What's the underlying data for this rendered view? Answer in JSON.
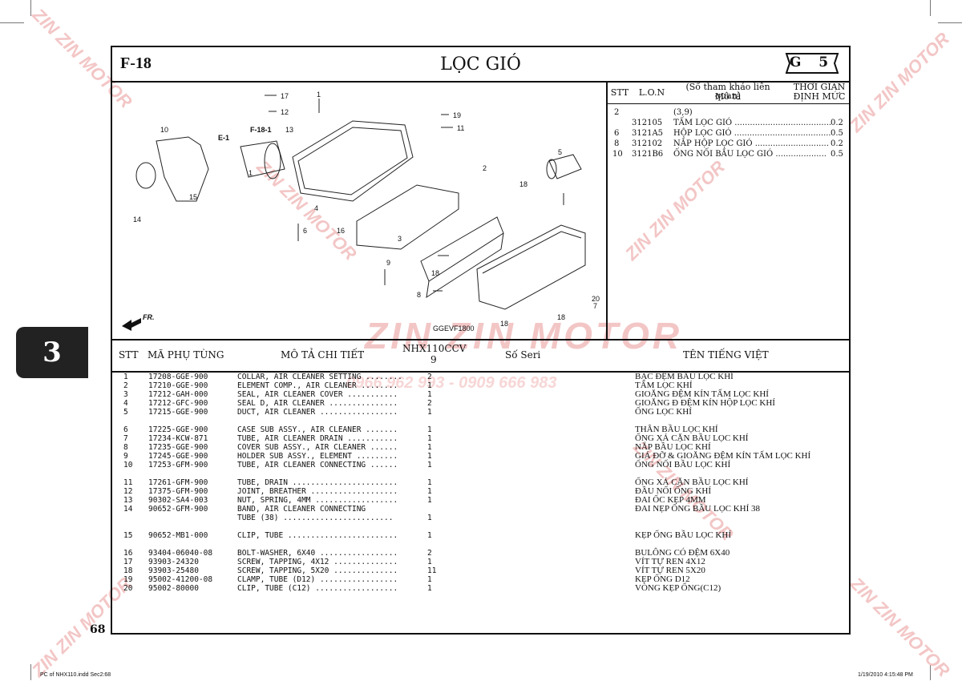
{
  "header": {
    "section_code": "F-18",
    "title": "LỌC GIÓ",
    "group": "G 5"
  },
  "diagram": {
    "callouts": [
      "17",
      "12",
      "1",
      "19",
      "11",
      "10",
      "F-18-1",
      "E-1",
      "13",
      "1",
      "5",
      "2",
      "18",
      "15",
      "14",
      "4",
      "6",
      "16",
      "3",
      "9",
      "18",
      "8",
      "7",
      "20",
      "18",
      "18"
    ],
    "fr_label": "FR.",
    "code": "GGEVF1800"
  },
  "reference": {
    "headers": {
      "stt": "STT",
      "lon": "L.O.N",
      "desc_line1": "(Số tham khảo liên quan)",
      "desc_line2": "Mô tả",
      "time_line1": "THỜI GIAN",
      "time_line2": "ĐỊNH MỨC"
    },
    "rows": [
      {
        "stt": "2",
        "code": "",
        "desc": "(3,9)",
        "time": ""
      },
      {
        "stt": "",
        "code": "312105",
        "desc": "TẤM LỌC GIÓ ......................................",
        "time": "0.2"
      },
      {
        "stt": "6",
        "code": "3121A5",
        "desc": "HỘP LỌC GIÓ ......................................",
        "time": "0.5"
      },
      {
        "stt": "8",
        "code": "312102",
        "desc": "NẮP HỘP LỌC GIÓ .............................",
        "time": "0.2"
      },
      {
        "stt": "10",
        "code": "3121B6",
        "desc": "ỐNG NỐI BẦU LỌC GIÓ ....................",
        "time": "0.5"
      }
    ]
  },
  "parts_header": {
    "stt": "STT",
    "part_no": "MÃ PHỤ TÙNG",
    "desc": "MÔ TẢ CHI TIẾT",
    "model": "NHX110CCV",
    "model_qty": "9",
    "serial": "Số Seri",
    "vn_name": "TÊN TIẾNG VIỆT"
  },
  "parts": [
    {
      "stt": "1",
      "part_no": "17208-GGE-900",
      "desc": "COLLAR, AIR CLEANER SETTING ........",
      "qty": "2",
      "vn": "BẠC ĐỆM BẦU LỌC KHÍ"
    },
    {
      "stt": "2",
      "part_no": "17210-GGE-900",
      "desc": "ELEMENT COMP., AIR CLEANER ........",
      "qty": "1",
      "vn": "TẤM LỌC KHÍ"
    },
    {
      "stt": "3",
      "part_no": "17212-GAH-000",
      "desc": "SEAL, AIR CLEANER COVER ...........",
      "qty": "1",
      "vn": "GIOĂNG ĐỆM KÍN TẤM LỌC KHÍ"
    },
    {
      "stt": "4",
      "part_no": "17212-GFC-900",
      "desc": "SEAL D, AIR CLEANER ...............",
      "qty": "2",
      "vn": "GIOĂNG Đ ĐỆM KÍN HỘP LỌC KHÍ"
    },
    {
      "stt": "5",
      "part_no": "17215-GGE-900",
      "desc": "DUCT, AIR CLEANER .................",
      "qty": "1",
      "vn": "ỐNG LỌC KHÍ"
    },
    {
      "stt": "6",
      "part_no": "17225-GGE-900",
      "desc": "CASE SUB ASSY., AIR CLEANER .......",
      "qty": "1",
      "vn": "THÂN BẦU LỌC KHÍ"
    },
    {
      "stt": "7",
      "part_no": "17234-KCW-871",
      "desc": "TUBE, AIR CLEANER DRAIN ...........",
      "qty": "1",
      "vn": "ỐNG XẢ CẶN BẦU LỌC KHÍ"
    },
    {
      "stt": "8",
      "part_no": "17235-GGE-900",
      "desc": "COVER SUB ASSY., AIR CLEANER ......",
      "qty": "1",
      "vn": "NẮP BẦU LỌC KHÍ"
    },
    {
      "stt": "9",
      "part_no": "17245-GGE-900",
      "desc": "HOLDER SUB ASSY., ELEMENT .........",
      "qty": "1",
      "vn": "GIÁ ĐỠ & GIOĂNG ĐỆM KÍN TẤM LỌC KHÍ"
    },
    {
      "stt": "10",
      "part_no": "17253-GFM-900",
      "desc": "TUBE, AIR CLEANER CONNECTING ......",
      "qty": "1",
      "vn": "ỐNG NỐI BẦU LỌC KHÍ"
    },
    {
      "stt": "11",
      "part_no": "17261-GFM-900",
      "desc": "TUBE, DRAIN .......................",
      "qty": "1",
      "vn": "ỐNG XẢ CẶN BẦU LỌC KHÍ"
    },
    {
      "stt": "12",
      "part_no": "17375-GFM-900",
      "desc": "JOINT, BREATHER ...................",
      "qty": "1",
      "vn": "ĐẦU NỐI ỐNG KHÍ"
    },
    {
      "stt": "13",
      "part_no": "90302-SA4-003",
      "desc": "NUT, SPRING, 4MM ..................",
      "qty": "1",
      "vn": "ĐAI ỐC KẸP 4MM"
    },
    {
      "stt": "14",
      "part_no": "90652-GFM-900",
      "desc": "BAND, AIR CLEANER CONNECTING",
      "qty": "",
      "vn": "ĐAI NẸP ỐNG BẦU LỌC KHÍ 38"
    },
    {
      "stt": "",
      "part_no": "",
      "desc": "TUBE (38) ........................",
      "qty": "1",
      "vn": ""
    },
    {
      "stt": "15",
      "part_no": "90652-MB1-000",
      "desc": "CLIP, TUBE ........................",
      "qty": "1",
      "vn": "KẸP ỐNG BẦU LỌC KHÍ"
    },
    {
      "stt": "16",
      "part_no": "93404-06040-08",
      "desc": "BOLT-WASHER, 6X40 .................",
      "qty": "2",
      "vn": "BULÔNG CÓ ĐỆM 6X40"
    },
    {
      "stt": "17",
      "part_no": "93903-24320",
      "desc": "SCREW, TAPPING, 4X12 ..............",
      "qty": "1",
      "vn": "VÍT TỰ REN 4X12"
    },
    {
      "stt": "18",
      "part_no": "93903-25480",
      "desc": "SCREW, TAPPING, 5X20 ..............",
      "qty": "11",
      "vn": "VÍT TỰ REN 5X20"
    },
    {
      "stt": "19",
      "part_no": "95002-41200-08",
      "desc": "CLAMP, TUBE (D12) .................",
      "qty": "1",
      "vn": "KẸP ỐNG D12"
    },
    {
      "stt": "20",
      "part_no": "95002-80000",
      "desc": "CLIP, TUBE (C12) ..................",
      "qty": "1",
      "vn": "VÒNG KẸP ỐNG(C12)"
    }
  ],
  "chapter_tab": "3",
  "page_number": "68",
  "watermark": {
    "brand": "ZIN ZIN MOTOR",
    "phone": "0966 962 993 - 0909 666 983"
  },
  "footer": {
    "file": "PC of NHX110.indd   Sec2:68",
    "date": "1/19/2010   4:15:48 PM"
  }
}
